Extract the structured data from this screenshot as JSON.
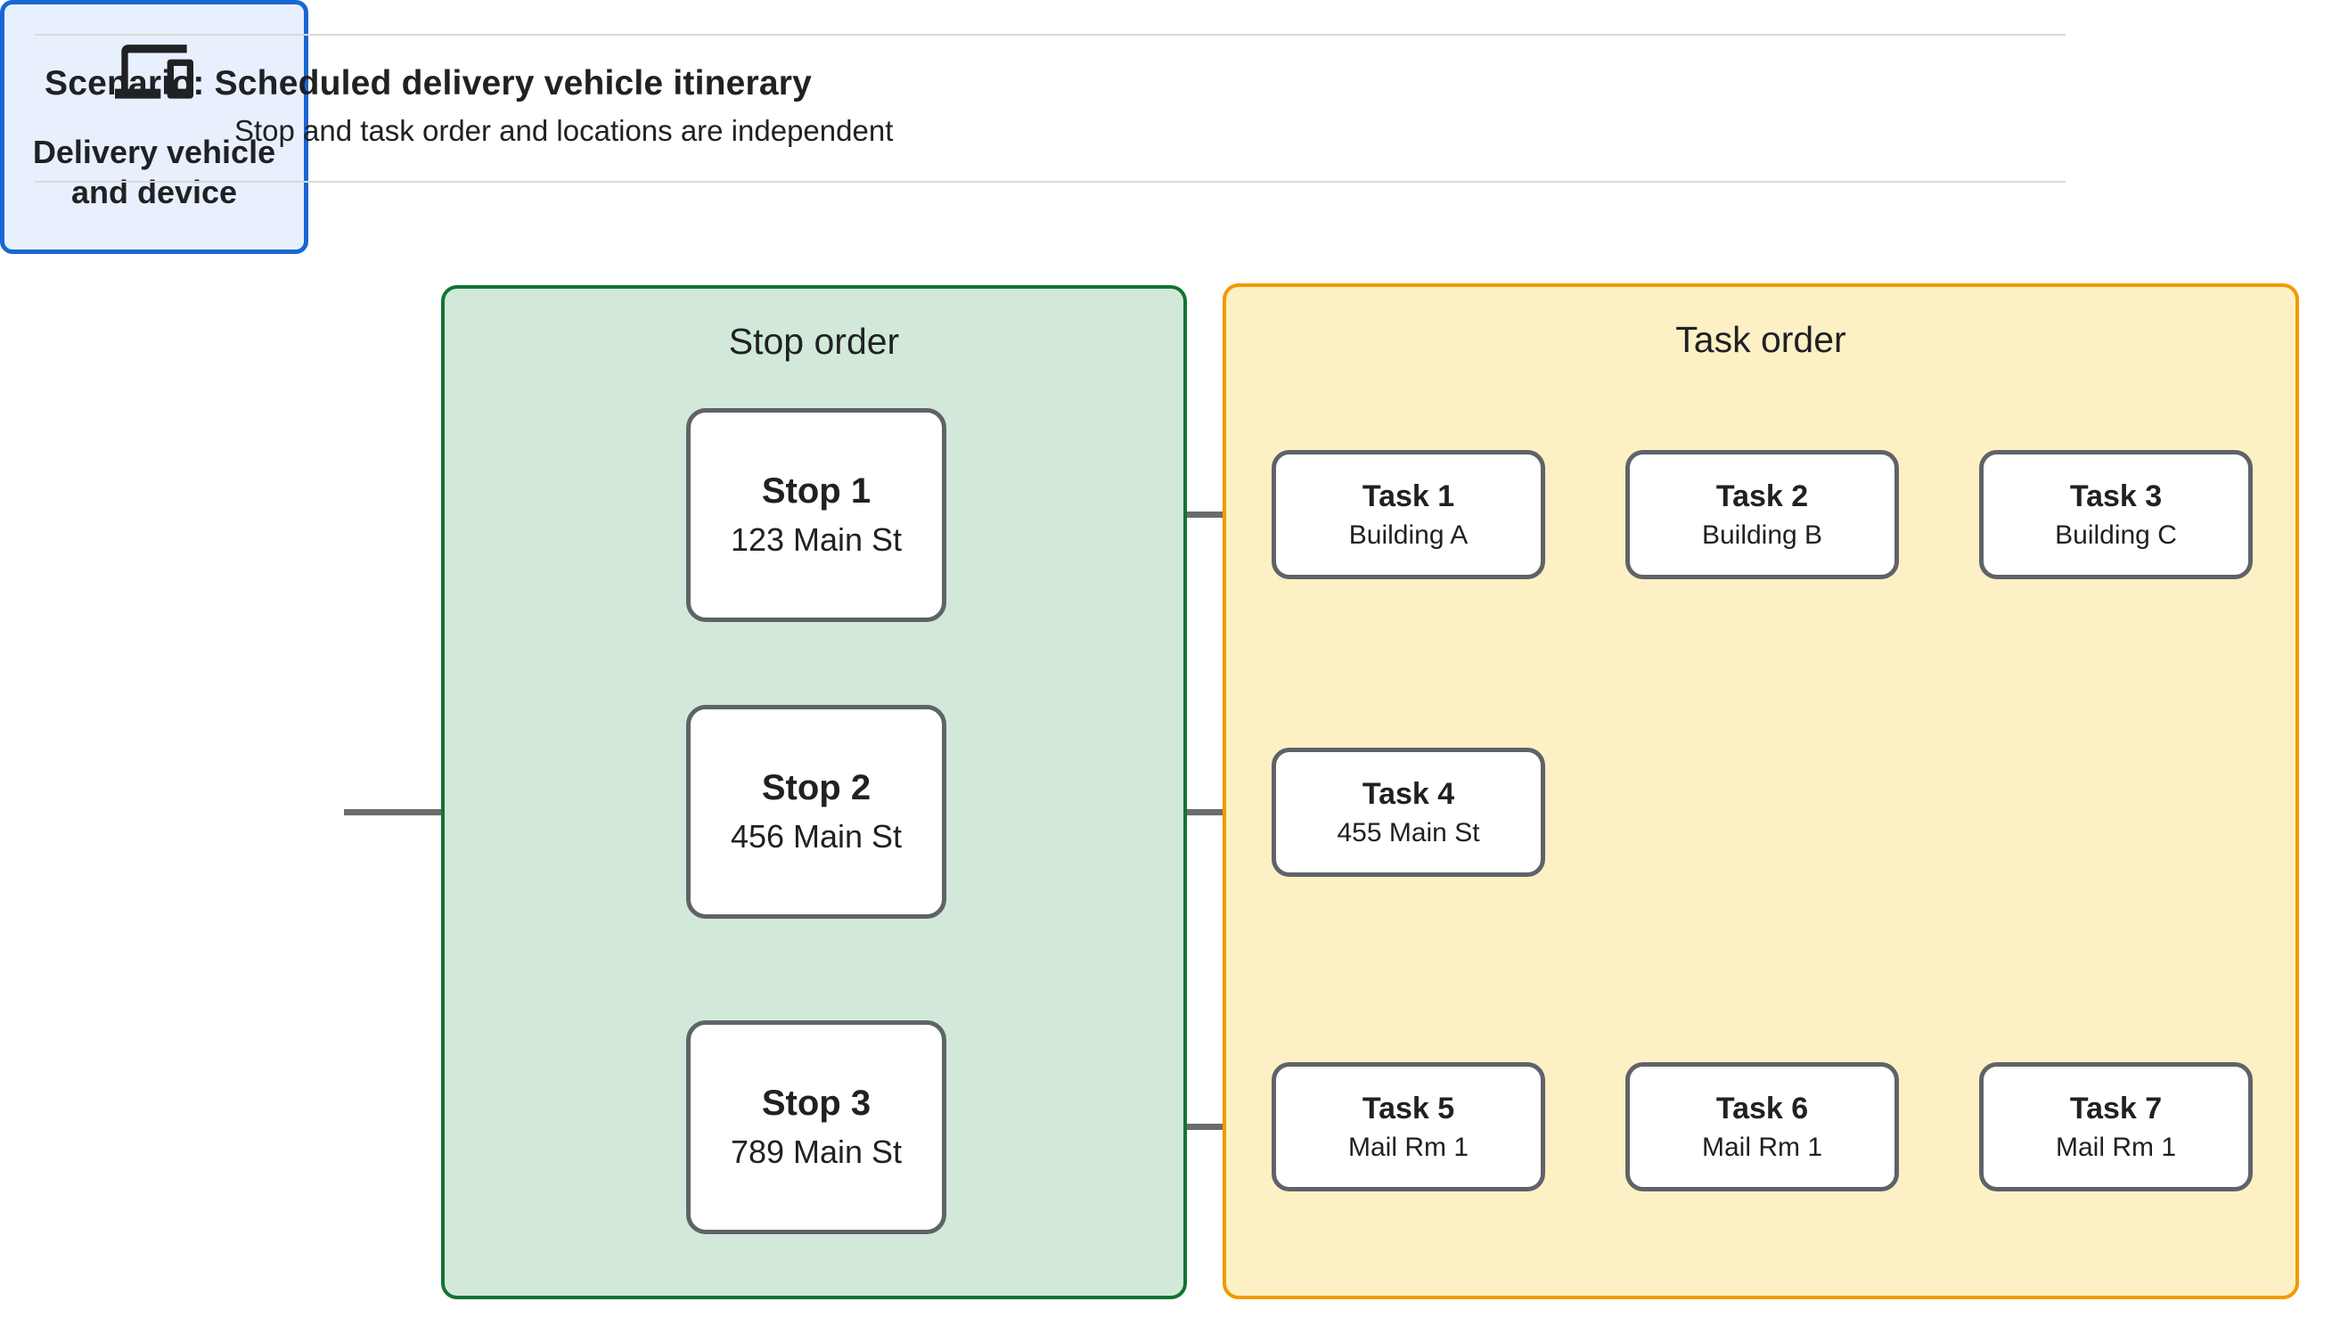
{
  "header": {
    "title": "Scenario: Scheduled delivery vehicle itinerary",
    "subtitle": "Stop and task order and locations are independent"
  },
  "delivery_node": {
    "icon": "devices-icon",
    "label_line1": "Delivery vehicle",
    "label_line2": "and device"
  },
  "stop_panel": {
    "title": "Stop order"
  },
  "task_panel": {
    "title": "Task order"
  },
  "stops": [
    {
      "title": "Stop 1",
      "subtitle": "123 Main St"
    },
    {
      "title": "Stop 2",
      "subtitle": "456 Main St"
    },
    {
      "title": "Stop 3",
      "subtitle": "789 Main St"
    }
  ],
  "tasks": [
    {
      "title": "Task 1",
      "subtitle": "Building A"
    },
    {
      "title": "Task 2",
      "subtitle": "Building B"
    },
    {
      "title": "Task 3",
      "subtitle": "Building C"
    },
    {
      "title": "Task 4",
      "subtitle": "455 Main St"
    },
    {
      "title": "Task 5",
      "subtitle": "Mail Rm 1"
    },
    {
      "title": "Task 6",
      "subtitle": "Mail Rm 1"
    },
    {
      "title": "Task 7",
      "subtitle": "Mail Rm 1"
    }
  ],
  "colors": {
    "page_bg": "#ffffff",
    "rule": "#d9d9d9",
    "text": "#202124",
    "connector": "#6b6b6b",
    "box_border": "#5f6368",
    "box_fill": "#ffffff",
    "stop_panel_fill": "#d2e9da",
    "stop_panel_border": "#137333",
    "task_panel_fill": "#fdf0c5",
    "task_panel_border": "#f29900",
    "delivery_fill": "#e8f0fe",
    "delivery_border": "#1967d2"
  }
}
